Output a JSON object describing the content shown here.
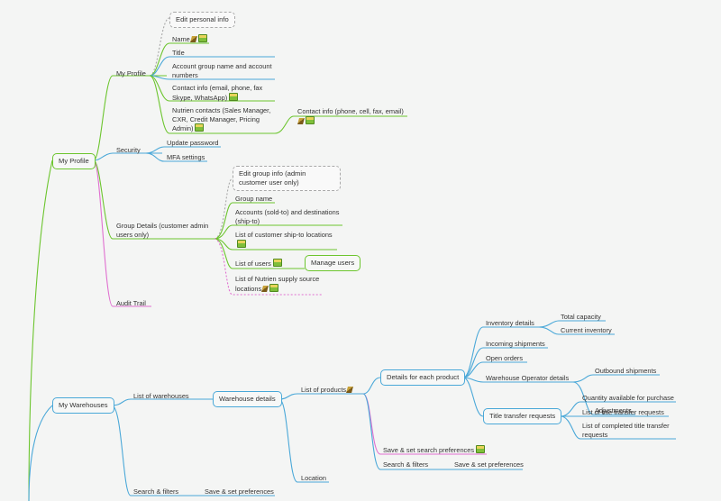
{
  "colors": {
    "green": "#6cc52e",
    "blue": "#4aa8d8",
    "pink": "#e070d0",
    "dashed": "#a8a8a8"
  },
  "icons": {
    "table": "table-icon",
    "wheat": "wheat-icon"
  },
  "my_profile": {
    "root": "My Profile",
    "profile": "My Profile",
    "edit_personal": "Edit personal info",
    "name": "Name",
    "title": "Title",
    "account_group": "Account group name and account numbers",
    "contact_info": "Contact info (email, phone, fax Skype, WhatsApp)",
    "nutrien_contacts": "Nutrien contacts (Sales Manager, CXR, Credit Manager, Pricing Admin)",
    "contact_info_sub": "Contact info (phone, cell, fax, email)",
    "security": "Security",
    "update_password": "Update password",
    "mfa": "MFA settings",
    "group_details": "Group Details (customer admin users only)",
    "edit_group": "Edit group info (admin customer user only)",
    "group_name": "Group name",
    "accounts": "Accounts (sold-to) and destinations (ship-to)",
    "ship_to": "List of customer ship-to locations",
    "list_users": "List of users",
    "manage_users": "Manage users",
    "supply_source": "List of Nutrien supply source locations",
    "audit_trail": "Audit Trail"
  },
  "warehouses": {
    "root": "My Warehouses",
    "list_warehouses": "List of warehouses",
    "warehouse_details": "Warehouse details",
    "list_products": "List of products",
    "details_each": "Details for each product",
    "inventory": "Inventory details",
    "total_capacity": "Total capacity",
    "current_inventory": "Current inventory",
    "incoming": "Incoming shipments",
    "open_orders": "Open orders",
    "operator_details": "Warehouse Operator details",
    "outbound": "Outbound shipments",
    "adjustments": "Adjustments",
    "title_transfer": "Title transfer requests",
    "qty_available": "Quantity available for purchase",
    "list_title": "List of title transfer requests",
    "list_completed": "List of completed title transfer requests",
    "save_search": "Save & set search preferences",
    "search_filters_2": "Search & filters",
    "save_prefs_2": "Save & set preferences",
    "location": "Location",
    "search_filters_1": "Search & filters",
    "save_prefs_1": "Save & set preferences"
  }
}
